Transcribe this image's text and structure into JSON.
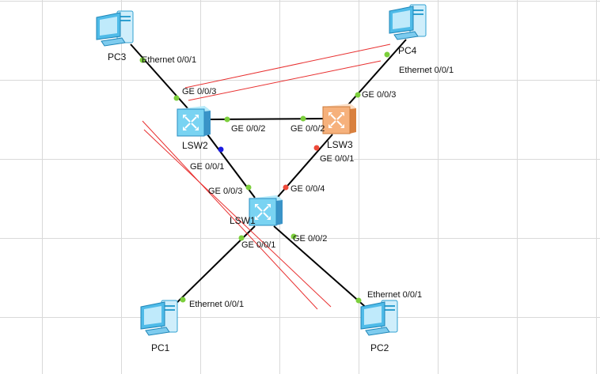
{
  "devices": {
    "pc1": {
      "name": "PC1"
    },
    "pc2": {
      "name": "PC2"
    },
    "pc3": {
      "name": "PC3"
    },
    "pc4": {
      "name": "PC4"
    },
    "lsw1": {
      "name": "LSW1"
    },
    "lsw2": {
      "name": "LSW2"
    },
    "lsw3": {
      "name": "LSW3"
    }
  },
  "ports": {
    "pc3_eth": "Ethernet 0/0/1",
    "lsw2_ge3": "GE 0/0/3",
    "pc4_eth": "Ethernet 0/0/1",
    "lsw3_ge3": "GE 0/0/3",
    "lsw2_ge2": "GE 0/0/2",
    "lsw3_ge2": "GE 0/0/2",
    "lsw2_ge1": "GE 0/0/1",
    "lsw1_ge3": "GE 0/0/3",
    "lsw3_ge1": "GE 0/0/1",
    "lsw1_ge4": "GE 0/0/4",
    "lsw1_ge1": "GE 0/0/1",
    "lsw1_ge2": "GE 0/0/2",
    "pc1_eth": "Ethernet 0/0/1",
    "pc2_eth": "Ethernet 0/0/1"
  },
  "colors": {
    "link": "#000000",
    "port_up": "#7ccf3c",
    "port_blocked": "#ee4a3a",
    "port_root": "#1a1ae0",
    "annotation": "#e83030",
    "switch_blue": "#79d3f2",
    "switch_orange": "#f6b17c",
    "pc_blue": "#4fbbe8"
  }
}
